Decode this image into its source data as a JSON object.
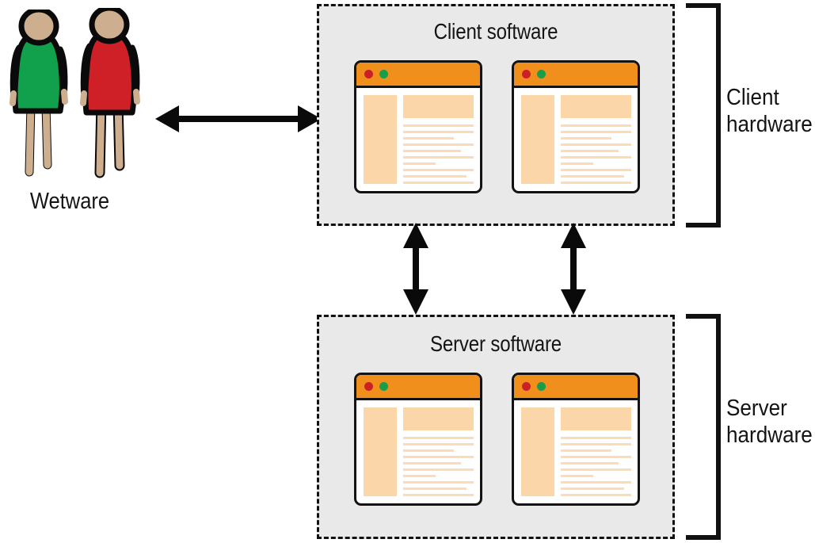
{
  "diagram": {
    "title": "Client-server architecture: wetware, client software/hardware, server software/hardware",
    "type": "block-diagram"
  },
  "people": {
    "label": "Wetware",
    "figures": [
      {
        "name": "person-green",
        "body_color": "#11a04b",
        "skin_color": "#cdaf8f",
        "outline_color": "#0a0a0a"
      },
      {
        "name": "person-red",
        "body_color": "#cf2027",
        "skin_color": "#cdaf8f",
        "outline_color": "#0a0a0a"
      }
    ]
  },
  "client": {
    "software_title": "Client software",
    "hardware_label": "Client\nhardware",
    "windows": [
      {
        "name": "client-window-1",
        "dots": [
          "red",
          "green"
        ],
        "text_line_count": 10
      },
      {
        "name": "client-window-2",
        "dots": [
          "red",
          "green"
        ],
        "text_line_count": 10
      }
    ]
  },
  "server": {
    "software_title": "Server software",
    "hardware_label": "Server\nhardware",
    "windows": [
      {
        "name": "server-window-1",
        "dots": [
          "red",
          "green"
        ],
        "text_line_count": 10
      },
      {
        "name": "server-window-2",
        "dots": [
          "red",
          "green"
        ],
        "text_line_count": 10
      }
    ]
  },
  "arrows": [
    {
      "name": "wetware-to-client-arrow",
      "orientation": "horizontal",
      "heads": "both"
    },
    {
      "name": "client-to-server-arrow-left",
      "orientation": "vertical",
      "heads": "both"
    },
    {
      "name": "client-to-server-arrow-right",
      "orientation": "vertical",
      "heads": "both"
    }
  ],
  "line_widths": [
    100,
    100,
    72,
    100,
    82,
    100,
    46,
    100,
    90,
    100
  ],
  "colors": {
    "box_fill": "#e9e9e9",
    "box_border": "#111111",
    "window_titlebar": "#f18f1c",
    "window_border": "#131313",
    "accent_fill": "#fad6a8",
    "accent_line": "#fbdcb4",
    "dot_red": "#cc2027",
    "dot_green": "#1a9d48",
    "text": "#141414",
    "background": "#ffffff"
  }
}
